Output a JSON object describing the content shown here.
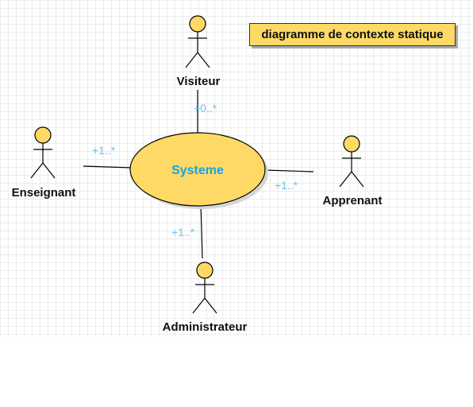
{
  "diagram": {
    "title": "diagramme de contexte statique",
    "system": {
      "label": "Systeme",
      "fill": "#ffd966",
      "text_color": "#1ba1e2"
    },
    "actors": [
      {
        "id": "visiteur",
        "label": "Visiteur",
        "multiplicity": "+0..*"
      },
      {
        "id": "enseignant",
        "label": "Enseignant",
        "multiplicity": "+1..*"
      },
      {
        "id": "apprenant",
        "label": "Apprenant",
        "multiplicity": "+1..*"
      },
      {
        "id": "administrateur",
        "label": "Administrateur",
        "multiplicity": "+1..*"
      }
    ],
    "colors": {
      "actor_fill": "#ffd966",
      "multiplicity": "#6cc3ea",
      "line": "#000000"
    }
  }
}
